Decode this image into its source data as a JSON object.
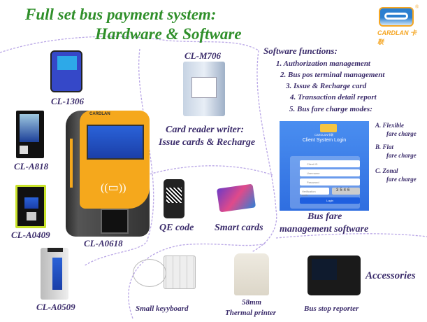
{
  "title": {
    "line1": "Full set bus payment system:",
    "line2": "Hardware & Software"
  },
  "logo": {
    "text": "CARDLAN 卡联",
    "registered": "®",
    "brand_color": "#f5a623",
    "blue": "#2b7fd0"
  },
  "products": [
    {
      "model": "CL-1306"
    },
    {
      "model": "CL-A818"
    },
    {
      "model": "CL-A0409"
    },
    {
      "model": "CL-A0509"
    },
    {
      "model": "CL-A0618"
    },
    {
      "model": "CL-M706"
    }
  ],
  "card_reader": {
    "line1": "Card reader writer:",
    "line2": "Issue cards & Recharge"
  },
  "qr_label": "QE code",
  "cards_label": "Smart cards",
  "software": {
    "heading": "Software functions:",
    "items": [
      "1. Authorization management",
      "2. Bus pos terminal management",
      "3. Issue & Recharge card",
      "4. Transaction detail report",
      "5. Bus fare charge modes:"
    ],
    "modes": [
      {
        "l1": "A. Flexible",
        "l2": "fare charge"
      },
      {
        "l1": "B. Flat",
        "l2": "fare charge"
      },
      {
        "l1": "C. Zonal",
        "l2": "fare charge"
      }
    ],
    "login": {
      "logo": "CARDLAN卡联",
      "title": "Client System Login",
      "fields": [
        "Client ID",
        "Username",
        "Password"
      ],
      "verification": "Verification code",
      "captcha": "3546",
      "button": "Login"
    },
    "caption_l1": "Bus fare",
    "caption_l2": "management software"
  },
  "accessories": {
    "heading": "Accessories",
    "keyboard": "Small keyyboard",
    "printer_l1": "58mm",
    "printer_l2": "Thermal printer",
    "reporter": "Bus stop reporter"
  },
  "colors": {
    "title_green": "#2f8f2a",
    "text_purple": "#3b2c6b",
    "dash": "#b9a6e6"
  }
}
